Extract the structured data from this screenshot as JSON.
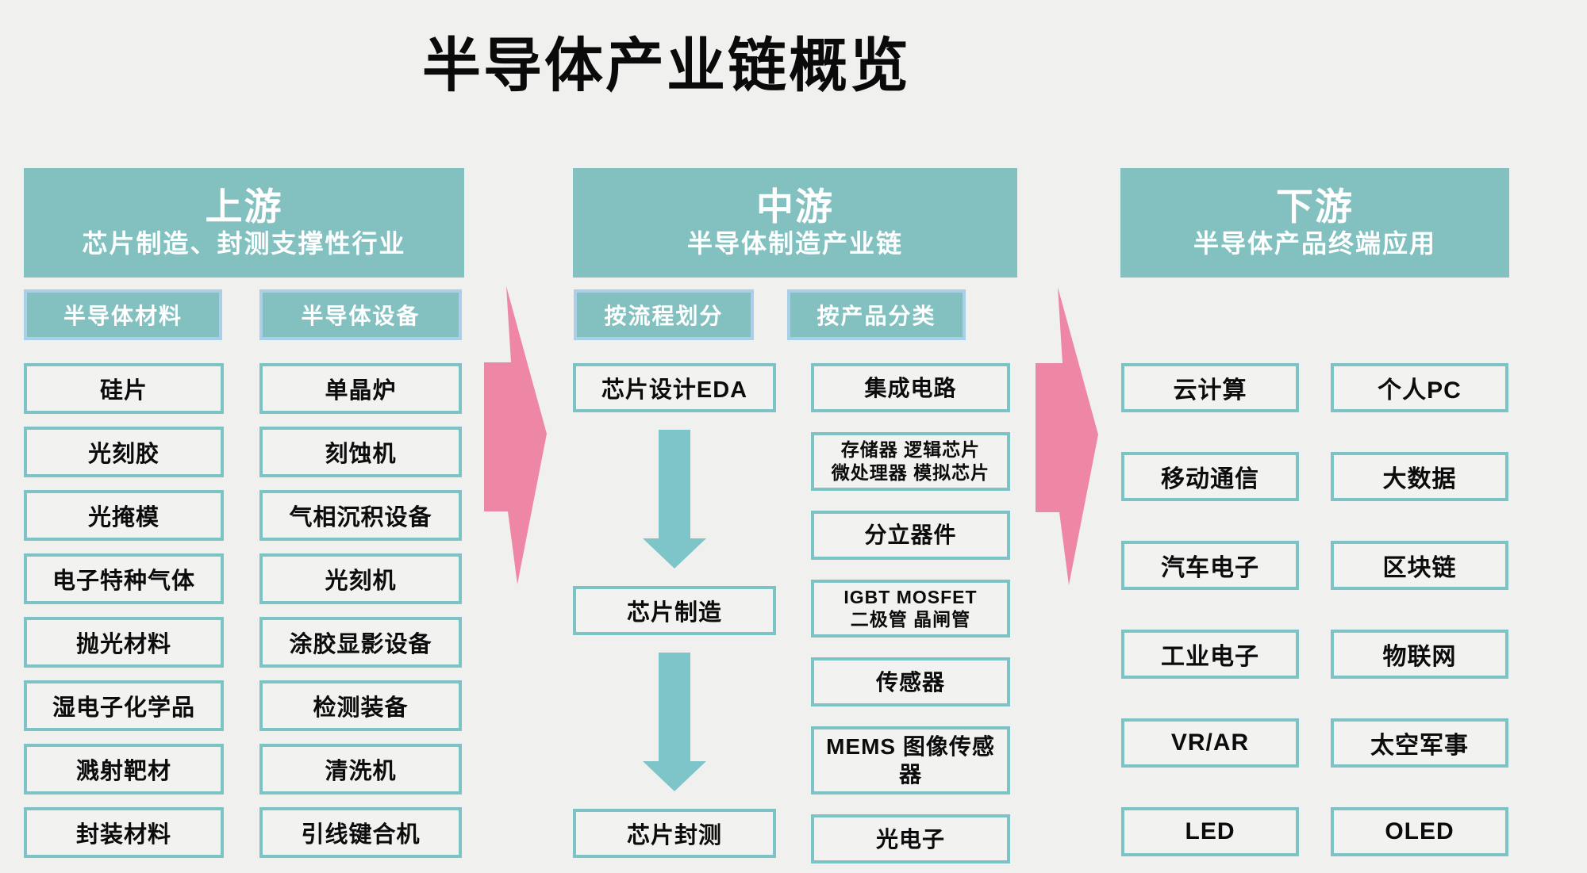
{
  "page": {
    "title": "半导体产业链概览"
  },
  "colors": {
    "bg": "#f0f0ee",
    "teal": "#83c1c1",
    "teal_border": "#7dc3c6",
    "teal_arrow": "#7dc5c9",
    "tab_border": "#a9cfe9",
    "pink": "#ee87a6",
    "box_fill": "#f2f2f0",
    "text_dark": "#0a0a0a"
  },
  "sections": {
    "upstream": {
      "title": "上游",
      "subtitle": "芯片制造、封测支撑性行业",
      "columns": [
        {
          "tab": "半导体材料",
          "items": [
            "硅片",
            "光刻胶",
            "光掩模",
            "电子特种气体",
            "抛光材料",
            "湿电子化学品",
            "溅射靶材",
            "封装材料"
          ]
        },
        {
          "tab": "半导体设备",
          "items": [
            "单晶炉",
            "刻蚀机",
            "气相沉积设备",
            "光刻机",
            "涂胶显影设备",
            "检测装备",
            "清洗机",
            "引线键合机"
          ]
        }
      ]
    },
    "midstream": {
      "title": "中游",
      "subtitle": "半导体制造产业链",
      "process": {
        "tab": "按流程划分",
        "steps": [
          "芯片设计EDA",
          "芯片制造",
          "芯片封测"
        ]
      },
      "products": {
        "tab": "按产品分类",
        "items": [
          "集成电路",
          "存储器 逻辑芯片\n微处理器 模拟芯片",
          "分立器件",
          "IGBT MOSFET\n二极管 晶闸管",
          "传感器",
          "MEMS 图像传感器",
          "光电子"
        ]
      }
    },
    "downstream": {
      "title": "下游",
      "subtitle": "半导体产品终端应用",
      "columns": [
        {
          "items": [
            "云计算",
            "移动通信",
            "汽车电子",
            "工业电子",
            "VR/AR",
            "LED"
          ]
        },
        {
          "items": [
            "个人PC",
            "大数据",
            "区块链",
            "物联网",
            "太空军事",
            "OLED"
          ]
        }
      ]
    }
  }
}
